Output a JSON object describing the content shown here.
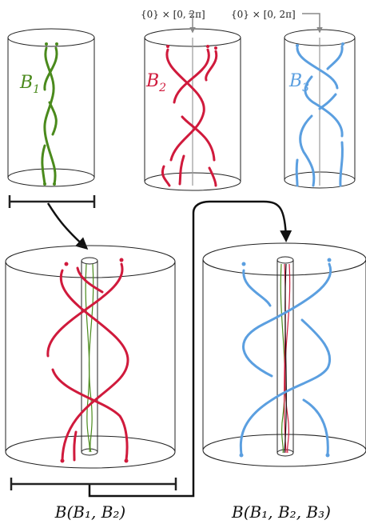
{
  "labels": {
    "b1": "B",
    "b1_sub": "1",
    "b2": "B",
    "b2_sub": "2",
    "b3": "B",
    "b3_sub": "3",
    "axis_annotation_1": "{0} × [0, 2π]",
    "axis_annotation_2": "{0} × [0, 2π]",
    "bottom_left": "B(B₁, B₂)",
    "bottom_right": "B(B₁, B₂, B₃)"
  },
  "colors": {
    "green": "#4a8a1c",
    "red": "#d01a3c",
    "blue": "#5b9fe0",
    "outline": "#222222",
    "axis": "#888888",
    "arrow": "#111111"
  }
}
